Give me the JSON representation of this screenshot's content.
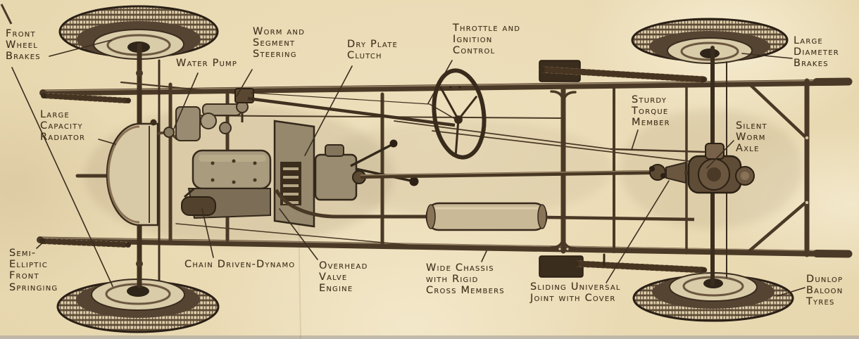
{
  "figure": {
    "type": "vintage-car-chassis-plan-view",
    "labels": {
      "front_wheel_brakes": "Front\nWheel\nBrakes",
      "large_capacity_radiator": "Large\nCapacity\nRadiator",
      "water_pump": "Water Pump",
      "worm_and_segment_steering": "Worm and\nSegment\nSteering",
      "dry_plate_clutch": "Dry Plate\nClutch",
      "throttle_and_ignition_control": "Throttle and\nIgnition\nControl",
      "large_diameter_brakes": "Large\nDiameter\nBrakes",
      "sturdy_torque_member": "Sturdy\nTorque\nMember",
      "silent_worm_axle": "Silent\nWorm\nAxle",
      "semi_elliptic_front_springing": "Semi-\nElliptic\nFront\nSpringing",
      "chain_driven_dynamo": "Chain Driven-Dynamo",
      "overhead_valve_engine": "Overhead\nValve\nEngine",
      "wide_chassis_with_rigid_cross_members": "Wide Chassis\nwith Rigid\nCross Members",
      "sliding_universal_joint_with_cover": "Sliding Universal\nJoint with Cover",
      "dunlop_baloon_tyres": "Dunlop\nBaloon\nTyres"
    },
    "colors": {
      "paper": "#EBDDB8",
      "ink": "#3B2D1E",
      "metal": "#95886D",
      "tyre_tread": "#DDCFAE"
    }
  }
}
